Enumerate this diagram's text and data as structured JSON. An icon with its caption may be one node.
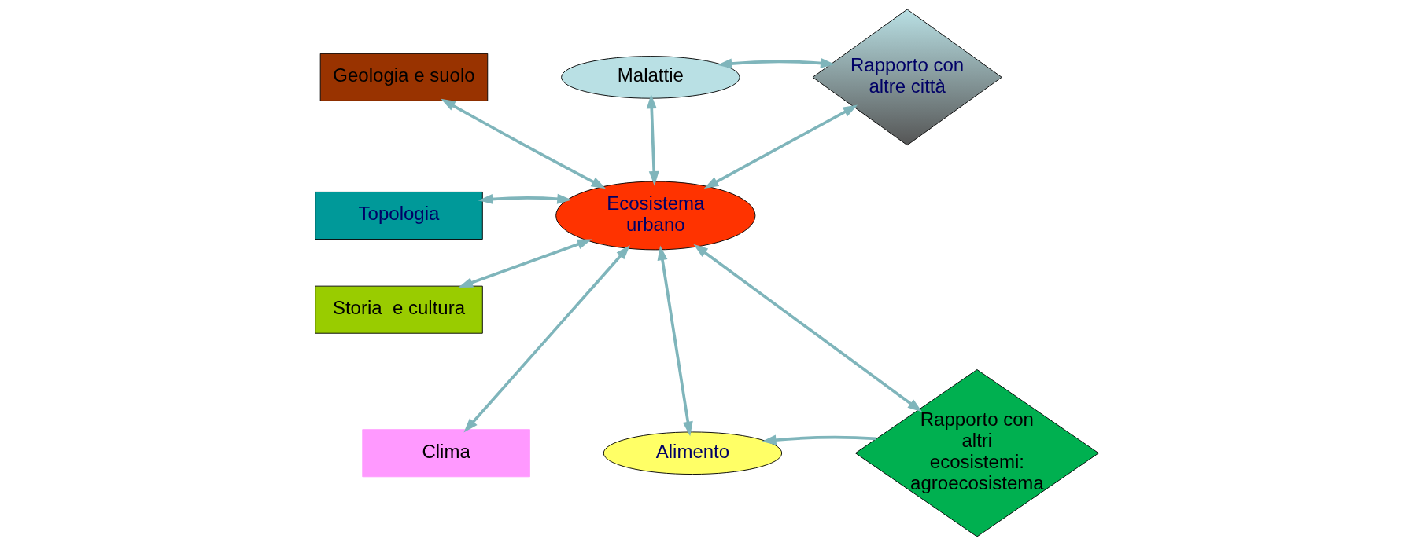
{
  "diagram": {
    "nodes": [
      {
        "text": [
          "Geologia e suolo"
        ]
      },
      {
        "text": [
          "Topologia"
        ]
      },
      {
        "text": [
          "Storia  e cultura"
        ]
      },
      {
        "text": [
          "Clima"
        ]
      },
      {
        "text": [
          "Malattie"
        ]
      },
      {
        "text": [
          "Ecosistema urbano"
        ]
      },
      {
        "text": [
          "Alimento"
        ]
      },
      {
        "text": [
          "Rapporto con altre città"
        ]
      },
      {
        "text": [
          "Rapporto con altri ecosistemi: agroecosistema"
        ]
      }
    ],
    "edges": [
      {
        "from": 0,
        "to": 5,
        "arrow": "both"
      },
      {
        "from": 1,
        "to": 5,
        "arrow": "both"
      },
      {
        "from": 2,
        "to": 5,
        "arrow": "both"
      },
      {
        "from": 3,
        "to": 5,
        "arrow": "both"
      },
      {
        "from": 4,
        "to": 5,
        "arrow": "both"
      },
      {
        "from": 5,
        "to": 6,
        "arrow": "both"
      },
      {
        "from": 4,
        "to": 7,
        "arrow": "both"
      },
      {
        "from": 5,
        "to": 7,
        "arrow": "both"
      },
      {
        "from": 5,
        "to": 8,
        "arrow": "both"
      },
      {
        "from": 8,
        "to": 6,
        "arrow": "to"
      }
    ]
  }
}
